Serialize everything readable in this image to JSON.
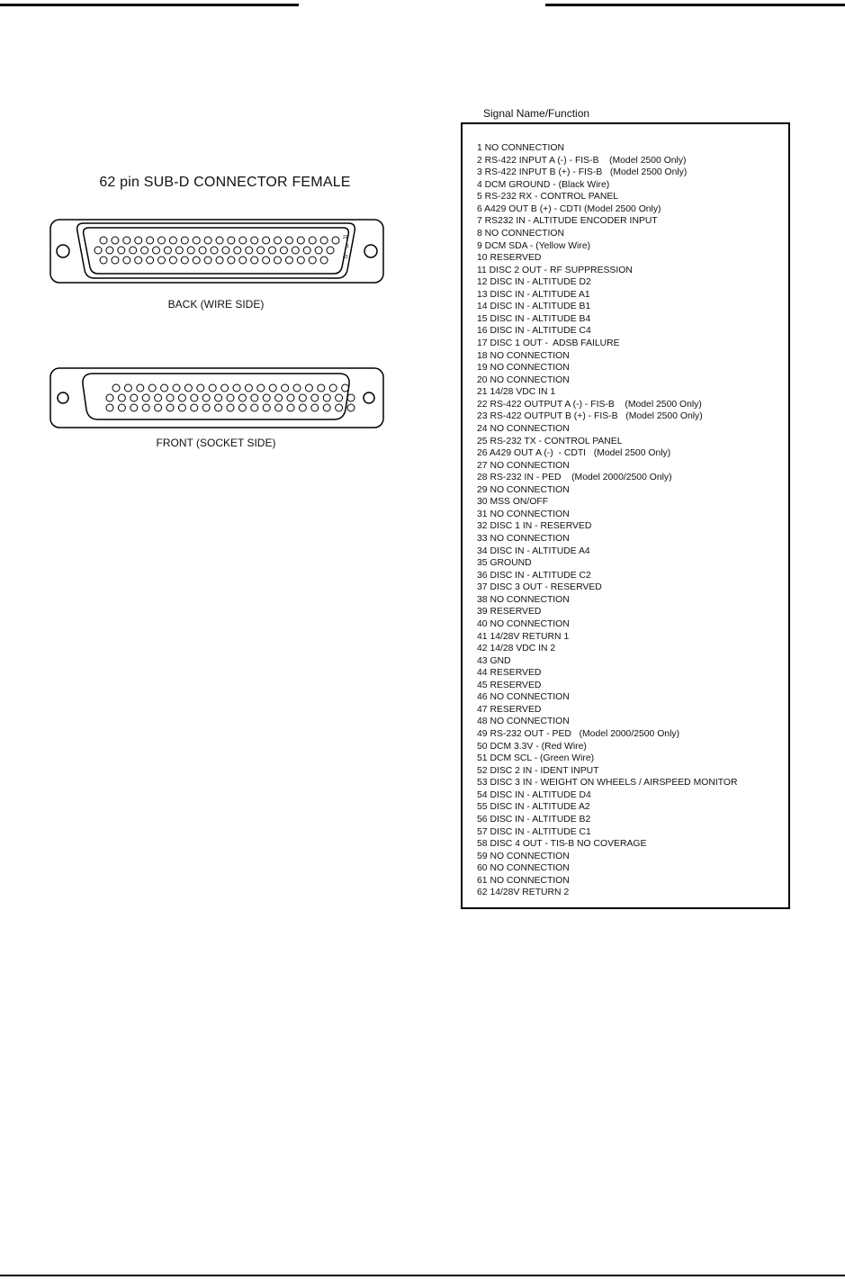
{
  "connector": {
    "title": "62 pin SUB-D CONNECTOR FEMALE",
    "back_label": "BACK (WIRE SIDE)",
    "front_label": "FRONT (SOCKET SIDE)"
  },
  "table": {
    "heading": "Signal Name/Function",
    "rows": [
      "1 NO CONNECTION",
      "2 RS-422 INPUT A (-) - FIS-B    (Model 2500 Only)",
      "3 RS-422 INPUT B (+) - FIS-B   (Model 2500 Only)",
      "4 DCM GROUND - (Black Wire)",
      "5 RS-232 RX - CONTROL PANEL",
      "6 A429 OUT B (+) - CDTI (Model 2500 Only)",
      "7 RS232 IN - ALTITUDE ENCODER INPUT",
      "8 NO CONNECTION",
      "9 DCM SDA - (Yellow Wire)",
      "10 RESERVED",
      "11 DISC 2 OUT - RF SUPPRESSION",
      "12 DISC IN - ALTITUDE D2",
      "13 DISC IN - ALTITUDE A1",
      "14 DISC IN - ALTITUDE B1",
      "15 DISC IN - ALTITUDE B4",
      "16 DISC IN - ALTITUDE C4",
      "17 DISC 1 OUT -  ADSB FAILURE",
      "18 NO CONNECTION",
      "19 NO CONNECTION",
      "20 NO CONNECTION",
      "21 14/28 VDC IN 1",
      "22 RS-422 OUTPUT A (-) - FIS-B    (Model 2500 Only)",
      "23 RS-422 OUTPUT B (+) - FIS-B   (Model 2500 Only)",
      "24 NO CONNECTION",
      "25 RS-232 TX - CONTROL PANEL",
      "26 A429 OUT A (-)  - CDTI   (Model 2500 Only)",
      "27 NO CONNECTION",
      "28 RS-232 IN - PED    (Model 2000/2500 Only)",
      "29 NO CONNECTION",
      "30 MSS ON/OFF",
      "31 NO CONNECTION",
      "32 DISC 1 IN - RESERVED",
      "33 NO CONNECTION",
      "34 DISC IN - ALTITUDE A4",
      "35 GROUND",
      "36 DISC IN - ALTITUDE C2",
      "37 DISC 3 OUT - RESERVED",
      "38 NO CONNECTION",
      "39 RESERVED",
      "40 NO CONNECTION",
      "41 14/28V RETURN 1",
      "42 14/28 VDC IN 2",
      "43 GND",
      "44 RESERVED",
      "45 RESERVED",
      "46 NO CONNECTION",
      "47 RESERVED",
      "48 NO CONNECTION",
      "49 RS-232 OUT - PED   (Model 2000/2500 Only)",
      "50 DCM 3.3V - (Red Wire)",
      "51 DCM SCL - (Green Wire)",
      "52 DISC 2 IN - IDENT INPUT",
      "53 DISC 3 IN - WEIGHT ON WHEELS / AIRSPEED MONITOR",
      "54 DISC IN - ALTITUDE D4",
      "55 DISC IN - ALTITUDE A2",
      "56 DISC IN - ALTITUDE B2",
      "57 DISC IN - ALTITUDE C1",
      "58 DISC 4 OUT - TIS-B NO COVERAGE",
      "59 NO CONNECTION",
      "60 NO CONNECTION",
      "61 NO CONNECTION",
      "62 14/28V RETURN 2"
    ]
  }
}
